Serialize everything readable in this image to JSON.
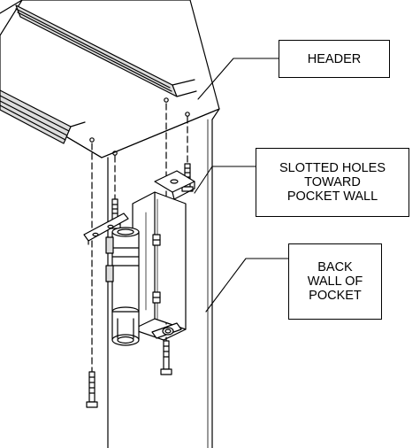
{
  "callouts": {
    "header": {
      "lines": [
        "HEADER"
      ]
    },
    "slotted_holes": {
      "lines": [
        "SLOTTED HOLES",
        "TOWARD",
        "POCKET WALL"
      ]
    },
    "back_wall": {
      "lines": [
        "BACK",
        "WALL OF",
        "POCKET"
      ]
    }
  },
  "colors": {
    "line": "#000000",
    "fill": "#ffffff",
    "shade": "#cfcfcf"
  }
}
